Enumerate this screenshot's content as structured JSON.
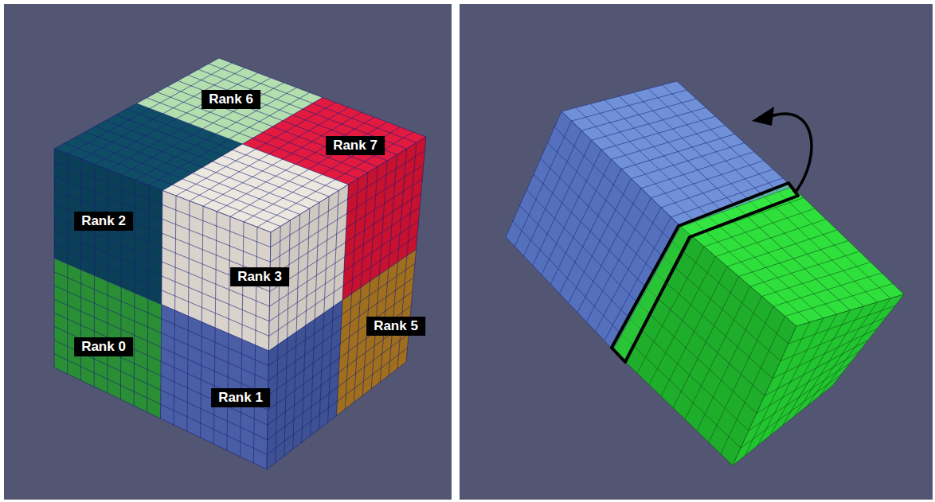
{
  "diagram": {
    "labels": [
      "Rank 6",
      "Rank 7",
      "Rank 2",
      "Rank 3",
      "Rank 5",
      "Rank 0",
      "Rank 1"
    ]
  }
}
